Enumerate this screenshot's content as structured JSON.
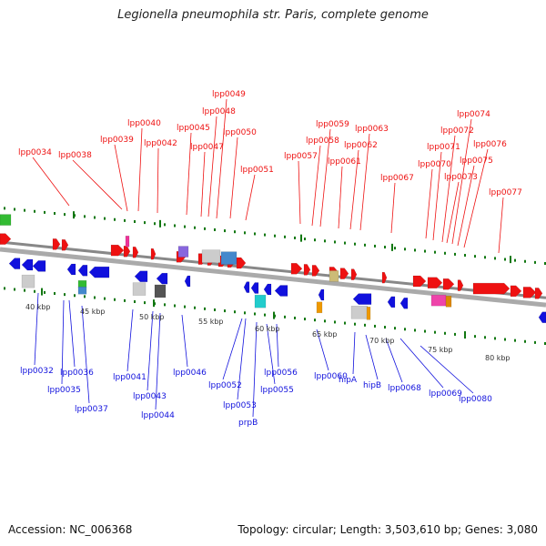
{
  "title": "Legionella pneumophila str. Paris, complete genome",
  "footer": {
    "accession": "Accession: NC_006368",
    "summary": "Topology: circular; Length: 3,503,610 bp; Genes: 3,080"
  },
  "colors": {
    "forward": "#ee1111",
    "reverse": "#1111dd",
    "backbone": "#888888",
    "tick": "#117711"
  },
  "ticks": [
    {
      "label": "40 kbp"
    },
    {
      "label": "45 kbp"
    },
    {
      "label": "50 kbp"
    },
    {
      "label": "55 kbp"
    },
    {
      "label": "60 kbp"
    },
    {
      "label": "65 kbp"
    },
    {
      "label": "70 kbp"
    },
    {
      "label": "75 kbp"
    },
    {
      "label": "80 kbp"
    }
  ],
  "forward_labels": [
    "lpp0034",
    "lpp0038",
    "lpp0039",
    "lpp0040",
    "lpp0042",
    "lpp0045",
    "lpp0047",
    "lpp0048",
    "lpp0049",
    "lpp0050",
    "lpp0051",
    "lpp0057",
    "lpp0058",
    "lpp0059",
    "lpp0061",
    "lpp0062",
    "lpp0063",
    "lpp0067",
    "lpp0070",
    "lpp0071",
    "lpp0072",
    "lpp0073",
    "lpp0074",
    "lpp0075",
    "lpp0076",
    "lpp0077"
  ],
  "reverse_labels": [
    "lpp0032",
    "lpp0035",
    "lpp0036",
    "lpp0037",
    "lpp0041",
    "lpp0043",
    "lpp0044",
    "lpp0046",
    "lpp0052",
    "lpp0053",
    "prpB",
    "lpp0055",
    "lpp0056",
    "lpp0060",
    "hipA",
    "hipB",
    "lpp0068",
    "lpp0069",
    "lpp0080"
  ]
}
